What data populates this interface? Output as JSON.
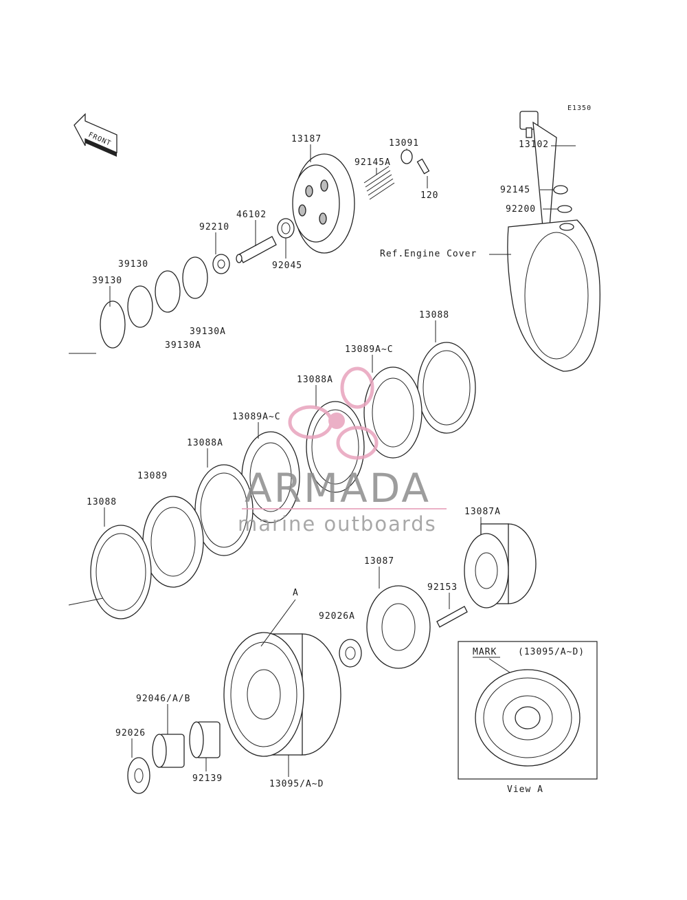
{
  "diagram": {
    "code": "E1350",
    "front_label": "FRONT",
    "ref_label": "Ref.Engine Cover",
    "view_label": "View A",
    "mark_label": "MARK",
    "mark_ref": "(13095/A~D)",
    "callout_a": "A"
  },
  "parts": [
    "13102",
    "92145",
    "92200",
    "13187",
    "92145A",
    "13091",
    "120",
    "46102",
    "92210",
    "92045",
    "39130",
    "39130",
    "39130A",
    "39130A",
    "13088",
    "13089A~C",
    "13088A",
    "13089A~C",
    "13088A",
    "13089",
    "13088",
    "13087A",
    "13087",
    "92153",
    "92026A",
    "92046/A/B",
    "92026",
    "92139",
    "13095/A~D"
  ],
  "watermark": {
    "title": "ARMADA",
    "subtitle": "marine outboards",
    "accent_color": "#e8a3bd"
  }
}
